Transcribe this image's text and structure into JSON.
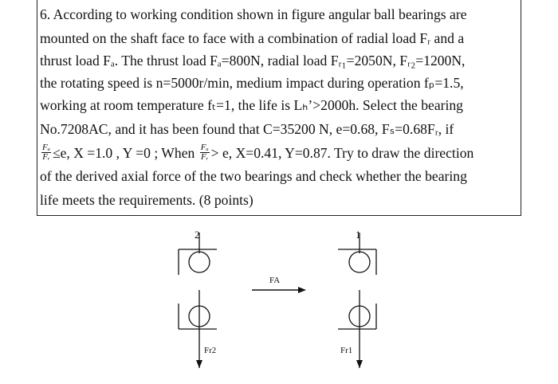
{
  "problem": {
    "line1": "6. According to working condition shown in figure angular ball bearings are",
    "line2": "mounted on the shaft face to face with a combination of radial load Fᵣ and a",
    "line3": "thrust load Fₐ. The thrust load Fₐ=800N, radial load Fᵣ₁=2050N, Fᵣ₂=1200N,",
    "line4": "the rotating speed is n=5000r/min, medium impact during operation fₚ=1.5,",
    "line5": "working at room temperature fₜ=1, the life is Lₕ’>2000h. Select the bearing",
    "line6": "No.7208AC, and it has been found that C=35200 N, e=0.68, Fₛ=0.68Fᵣ, if",
    "line7_a": "≤e, X =1.0 , Y =0 ; When",
    "line7_b": "> e, X=0.41, Y=0.87. Try to draw the direction",
    "line8": "of the derived axial force of the two bearings and check whether the bearing",
    "line9": "life meets the requirements. (8 points)",
    "frac_num": "Fₐ",
    "frac_den_1": "Fᵣ",
    "frac_den_2": "Fᵣ"
  },
  "figure": {
    "bearing_left_label": "2",
    "bearing_right_label": "1",
    "thrust_label": "FA",
    "radial_left_label": "Fr2",
    "radial_right_label": "Fr1"
  }
}
